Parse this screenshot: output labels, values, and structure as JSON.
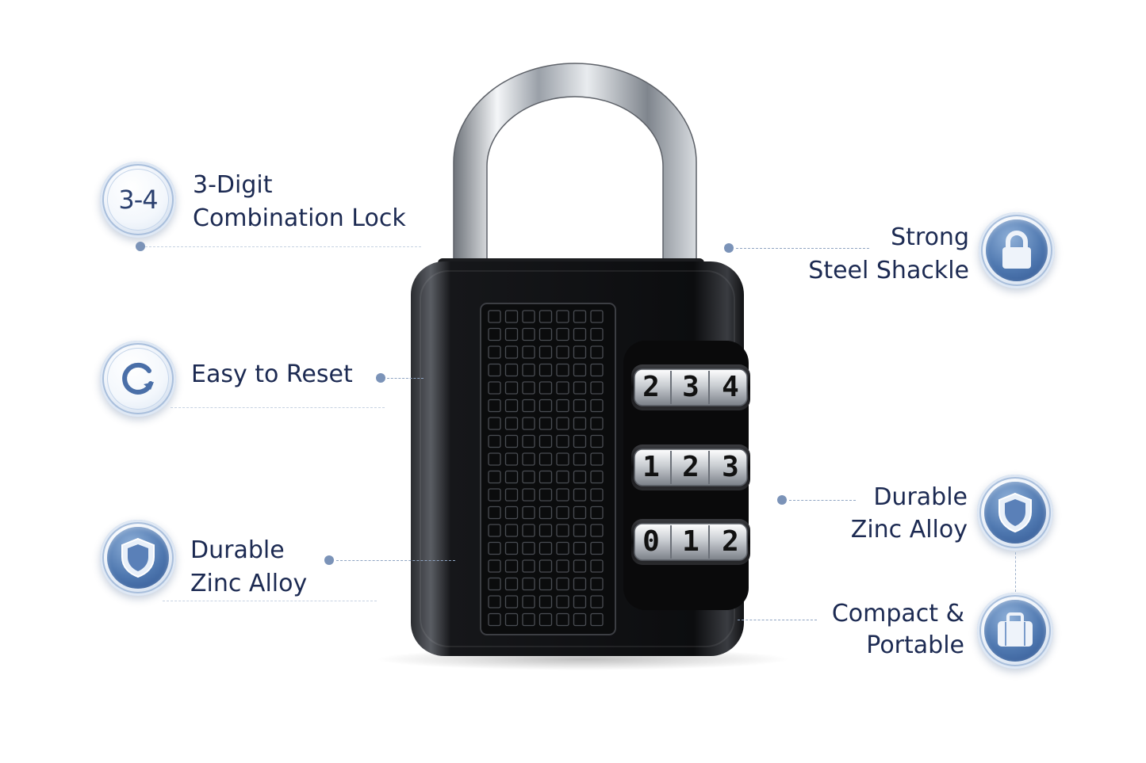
{
  "callouts": {
    "combination": {
      "badge": "3-4",
      "line1": "3-Digit",
      "line2": "Combination Lock"
    },
    "reset": {
      "line1": "Easy to Reset"
    },
    "zinc_left": {
      "line1": "Durable",
      "line2": "Zinc Alloy"
    },
    "shackle": {
      "line1": "Strong",
      "line2": "Steel Shackle"
    },
    "zinc_right": {
      "line1": "Durable",
      "line2": "Zinc Alloy"
    },
    "portable": {
      "line1": "Compact &",
      "line2": "Portable"
    }
  },
  "dials": {
    "row1": [
      "2",
      "3",
      "4"
    ],
    "row2": [
      "1",
      "2",
      "3"
    ],
    "row3": [
      "0",
      "1",
      "2"
    ]
  },
  "icons": {
    "combination": "number-badge",
    "reset": "refresh-icon",
    "zinc_left": "shield-icon",
    "shackle": "padlock-icon",
    "zinc_right": "shield-icon",
    "portable": "briefcase-icon"
  },
  "colors": {
    "text": "#1c2a52",
    "badge_blue": "#4f78b0",
    "lock_body": "#111111",
    "chrome": "#c8ccd2"
  }
}
